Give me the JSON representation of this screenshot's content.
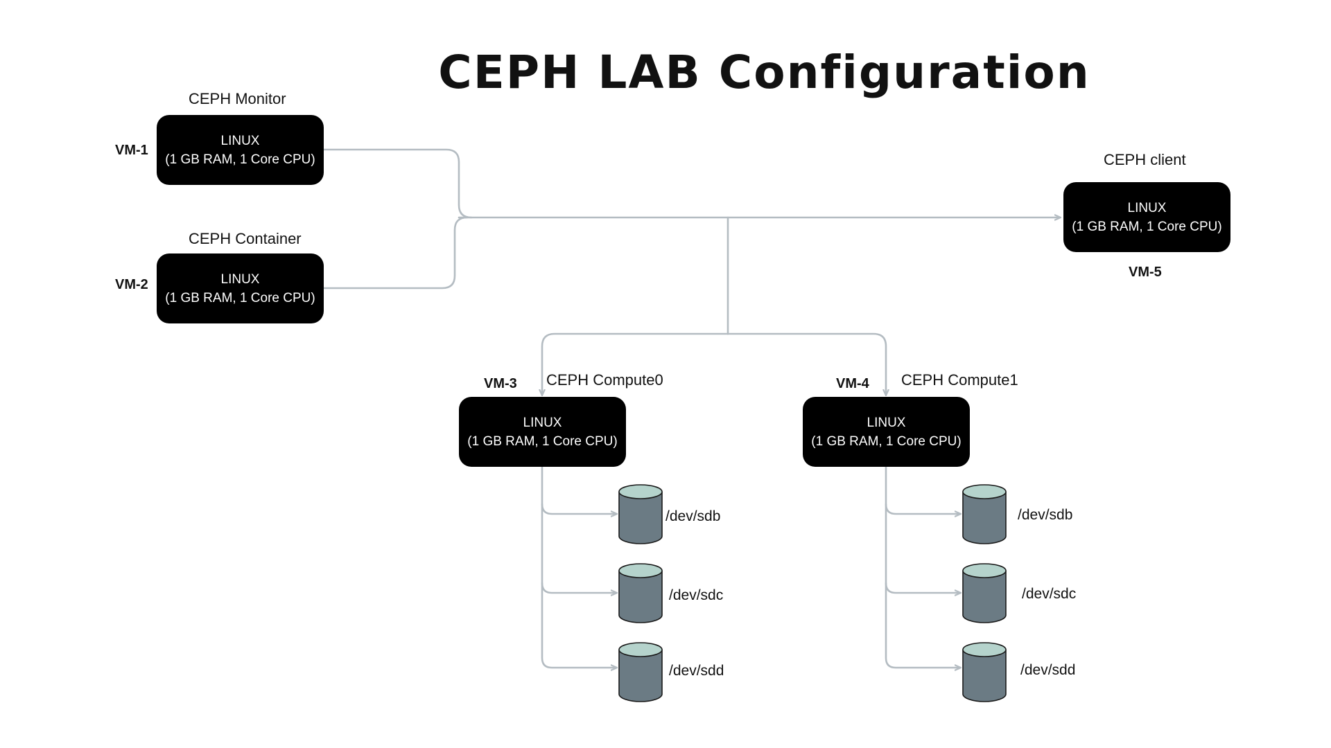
{
  "title": "CEPH LAB Configuration",
  "colors": {
    "node_fill": "#000000",
    "node_text": "#ffffff",
    "connector": "#b4bcc2",
    "disk_body": "#6b7b84",
    "disk_top": "#b5d3cc"
  },
  "nodes": {
    "vm1": {
      "tag": "VM-1",
      "name": "CEPH Monitor",
      "os": "LINUX",
      "spec": "(1 GB RAM, 1 Core CPU)"
    },
    "vm2": {
      "tag": "VM-2",
      "name": "CEPH Container",
      "os": "LINUX",
      "spec": "(1 GB RAM, 1 Core CPU)"
    },
    "vm3": {
      "tag": "VM-3",
      "name": "CEPH Compute0",
      "os": "LINUX",
      "spec": "(1 GB RAM, 1 Core CPU)"
    },
    "vm4": {
      "tag": "VM-4",
      "name": "CEPH Compute1",
      "os": "LINUX",
      "spec": "(1 GB RAM, 1 Core CPU)"
    },
    "vm5": {
      "tag": "VM-5",
      "name": "CEPH client",
      "os": "LINUX",
      "spec": "(1 GB RAM, 1 Core CPU)"
    }
  },
  "disks": {
    "vm3": [
      "/dev/sdb",
      "/dev/sdc",
      "/dev/sdd"
    ],
    "vm4": [
      "/dev/sdb",
      "/dev/sdc",
      "/dev/sdd"
    ]
  },
  "icons": {
    "disk": "cylinder-disk-icon",
    "arrow": "arrowhead-icon"
  }
}
